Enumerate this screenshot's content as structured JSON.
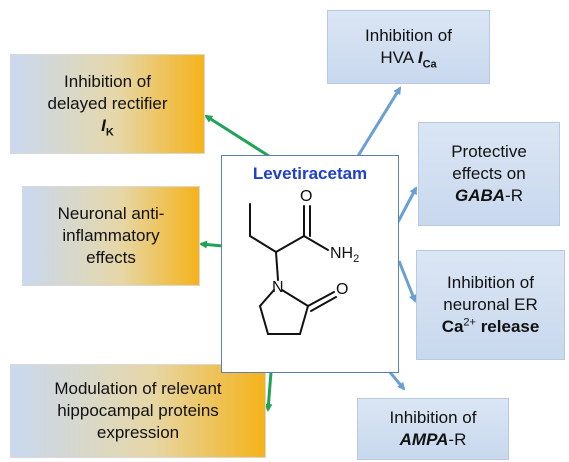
{
  "center": {
    "title": "Levetiracetam",
    "atom_o1": "O",
    "atom_nh2": "NH",
    "atom_nh2_sub": "2",
    "atom_n": "N",
    "atom_o2": "O"
  },
  "effects": {
    "delayed_rectifier": {
      "line1": "Inhibition of",
      "line2": "delayed rectifier",
      "symbol": "I",
      "symbol_sub": "K"
    },
    "hva": {
      "line1": "Inhibition of",
      "line2_prefix": "HVA ",
      "symbol": "I",
      "symbol_sub": "Ca"
    },
    "gaba": {
      "line1": "Protective",
      "line2": "effects on",
      "bold": "GABA",
      "suffix": "-R"
    },
    "anti_inflammatory": {
      "line1": "Neuronal anti-",
      "line2": "inflammatory",
      "line3": "effects"
    },
    "er_calcium": {
      "line1": "Inhibition of",
      "line2": "neuronal ER",
      "bold": "Ca",
      "sup": "2+",
      "bold_suffix": " release"
    },
    "hippocampal": {
      "line1": "Modulation of relevant",
      "line2": "hippocampal proteins",
      "line3": "expression"
    },
    "ampa": {
      "line1": "Inhibition of",
      "bold": "AMPA",
      "suffix": "-R"
    }
  },
  "colors": {
    "green_arrow": "#21a356",
    "blue_arrow": "#6a9fd4",
    "title_blue": "#1f3fcf"
  }
}
